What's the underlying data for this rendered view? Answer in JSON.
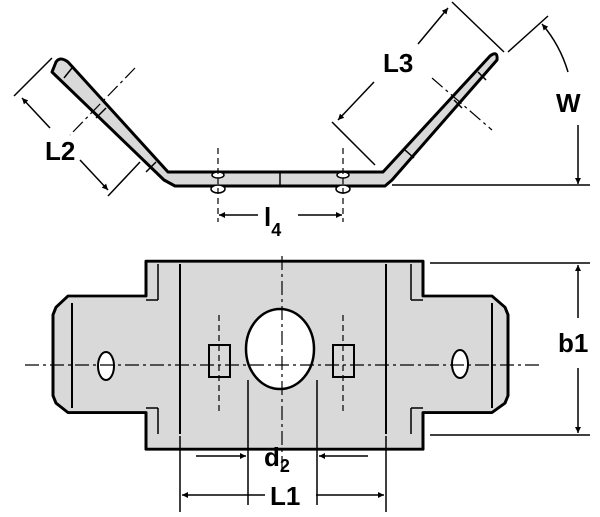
{
  "labels": {
    "L2": "L2",
    "L3": "L3",
    "W": "W",
    "l4_main": "l",
    "l4_sub": "4",
    "b1": "b1",
    "d2_main": "d",
    "d2_sub": "2",
    "L1": "L1"
  },
  "colors": {
    "part_fill": "#d9d9d9",
    "line": "#000000"
  }
}
